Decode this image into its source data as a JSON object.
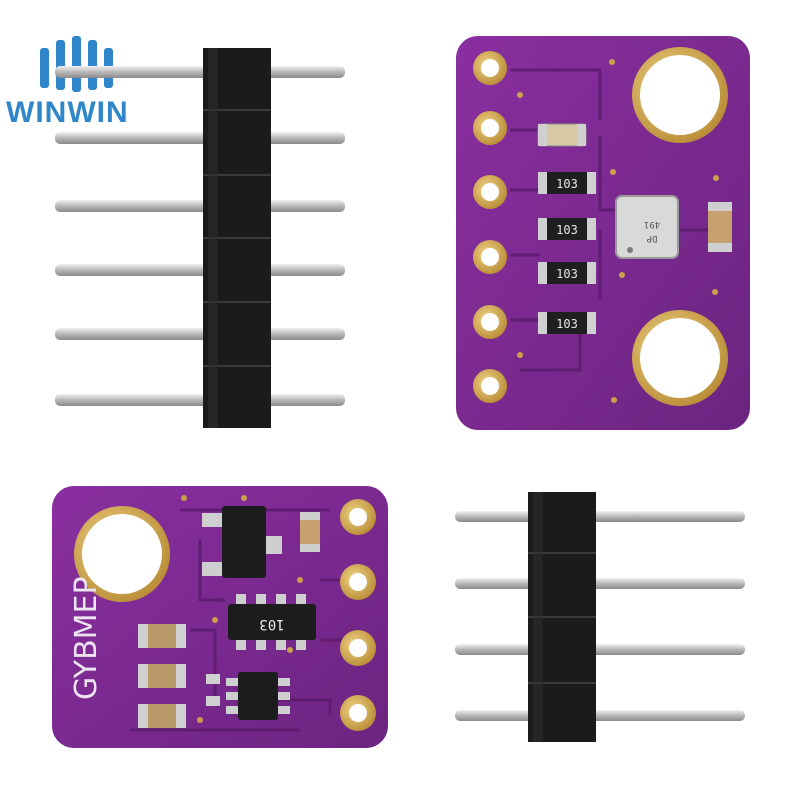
{
  "logo": {
    "text": "WINWIN",
    "color": "#2f86c9"
  },
  "board_top": {
    "resistor_labels": [
      "103",
      "103",
      "103",
      "103"
    ],
    "sensor_marking": [
      "491",
      "DP"
    ]
  },
  "board_bottom": {
    "silkscreen": "GYBMEP",
    "resistor_network_label": "103"
  },
  "colors": {
    "pcb": "#7b2a8f",
    "pcb_dark": "#5e1f70",
    "gold": "#c9a24a",
    "pin_metal": "#c8c8c8",
    "header_plastic": "#1a1a1a"
  }
}
